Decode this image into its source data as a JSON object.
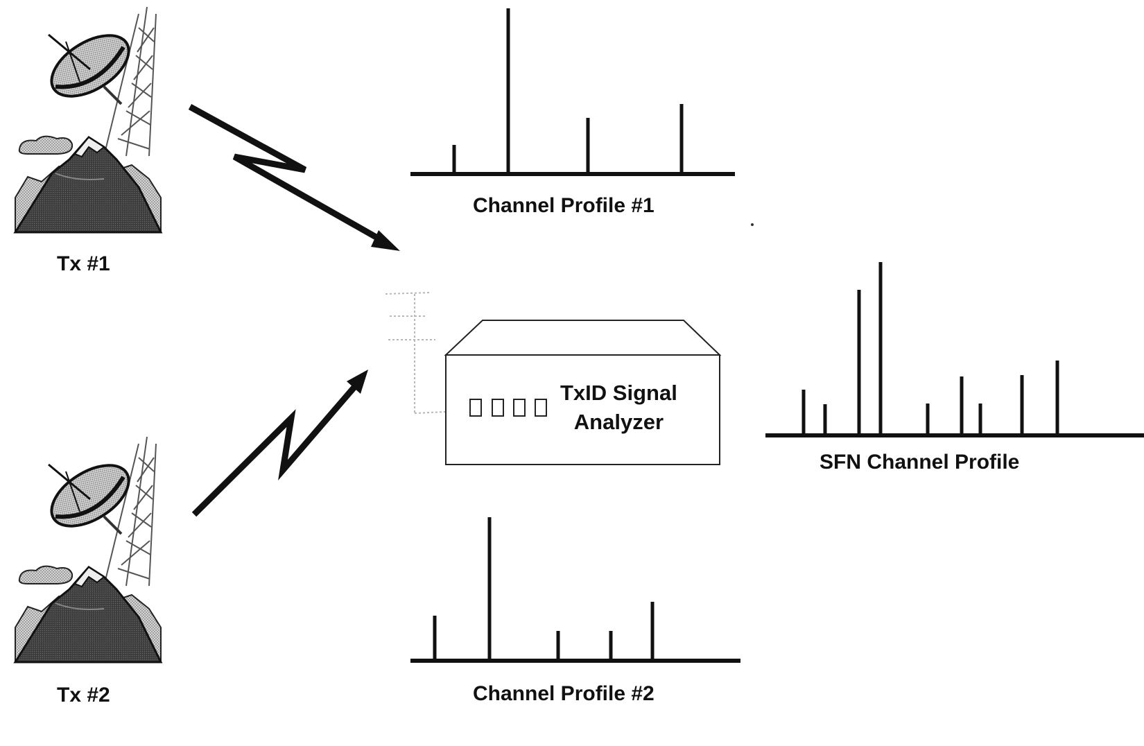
{
  "transmitters": [
    {
      "label": "Tx #1",
      "icon": "transmitter-tower-icon"
    },
    {
      "label": "Tx #2",
      "icon": "transmitter-tower-icon"
    }
  ],
  "analyzer": {
    "line1": "TxID Signal",
    "line2": "Analyzer",
    "indicator_count": 4
  },
  "profiles": {
    "cp1": {
      "label": "Channel Profile #1"
    },
    "cp2": {
      "label": "Channel Profile #2"
    },
    "sfn": {
      "label": "SFN Channel Profile"
    }
  },
  "colors": {
    "ink": "#111111",
    "mountain": "#4a4a4a",
    "sky": "#bdbdbd"
  }
}
